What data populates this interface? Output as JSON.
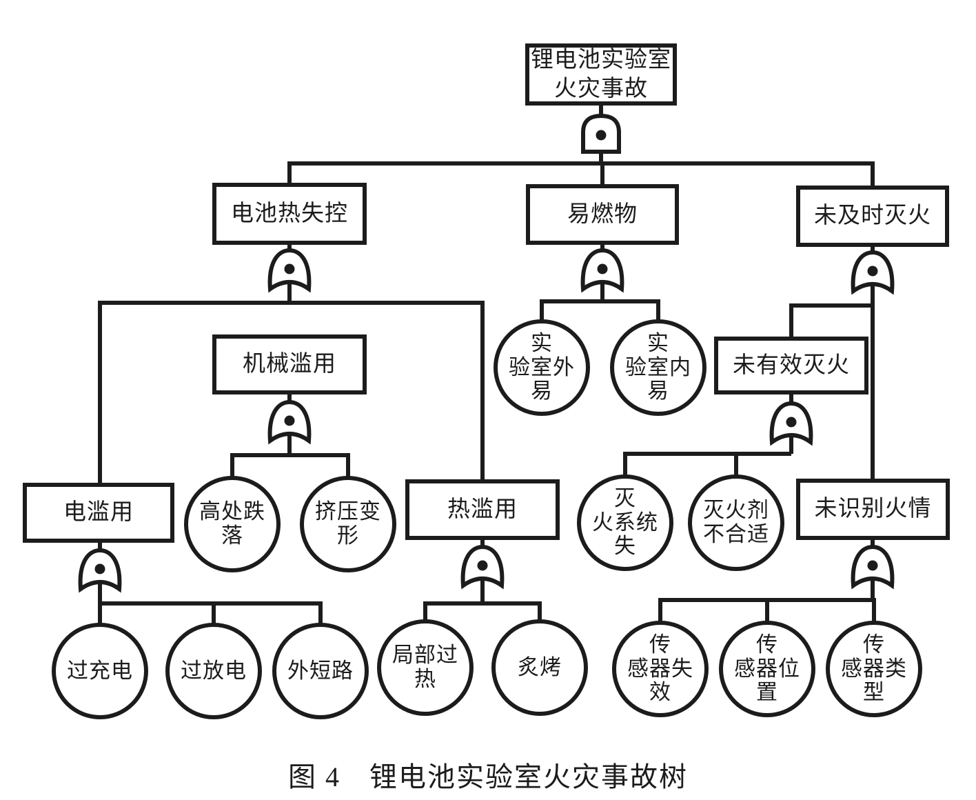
{
  "figure": {
    "caption": "图 4　锂电池实验室火灾事故树"
  },
  "colors": {
    "line": "#1c1c1c",
    "background": "#ffffff"
  },
  "nodes": {
    "top_event": {
      "label": "锂电池实验室\n火灾事故",
      "shape": "rect"
    },
    "battery_thermal_runaway": {
      "label": "电池热失控",
      "shape": "rect"
    },
    "flammables": {
      "label": "易燃物",
      "shape": "rect"
    },
    "not_extinguished_in_time": {
      "label": "未及时灭火",
      "shape": "rect"
    },
    "mechanical_abuse": {
      "label": "机械滥用",
      "shape": "rect"
    },
    "ineffective_extinguishing": {
      "label": "未有效灭火",
      "shape": "rect"
    },
    "electrical_abuse": {
      "label": "电滥用",
      "shape": "rect"
    },
    "thermal_abuse": {
      "label": "热滥用",
      "shape": "rect"
    },
    "fire_not_recognized": {
      "label": "未识别火情",
      "shape": "rect"
    },
    "flammables_outside_lab": {
      "label": "实\n验室外\n易",
      "shape": "circle"
    },
    "flammables_inside_lab": {
      "label": "实\n验室内\n易",
      "shape": "circle"
    },
    "fall_from_height": {
      "label": "高处跌\n落",
      "shape": "circle"
    },
    "crush_deformation": {
      "label": "挤压变\n形",
      "shape": "circle"
    },
    "extinguishing_system_failure": {
      "label": "灭\n火系统\n失",
      "shape": "circle"
    },
    "unsuitable_extinguishing_agent": {
      "label": "灭火剂\n不合适",
      "shape": "circle"
    },
    "overcharge": {
      "label": "过充电",
      "shape": "circle"
    },
    "overdischarge": {
      "label": "过放电",
      "shape": "circle"
    },
    "external_short_circuit": {
      "label": "外短路",
      "shape": "circle"
    },
    "local_overheating": {
      "label": "局部过\n热",
      "shape": "circle"
    },
    "roasting": {
      "label": "炙烤",
      "shape": "circle"
    },
    "sensor_failure": {
      "label": "传\n感器失\n效",
      "shape": "circle"
    },
    "sensor_position": {
      "label": "传\n感器位\n置",
      "shape": "circle"
    },
    "sensor_type": {
      "label": "传\n感器类\n型",
      "shape": "circle"
    }
  },
  "gates": {
    "top_event": "AND",
    "battery_thermal_runaway": "OR",
    "flammables": "OR",
    "not_extinguished_in_time": "OR",
    "mechanical_abuse": "OR",
    "ineffective_extinguishing": "OR",
    "electrical_abuse": "OR",
    "thermal_abuse": "OR",
    "fire_not_recognized": "OR"
  }
}
